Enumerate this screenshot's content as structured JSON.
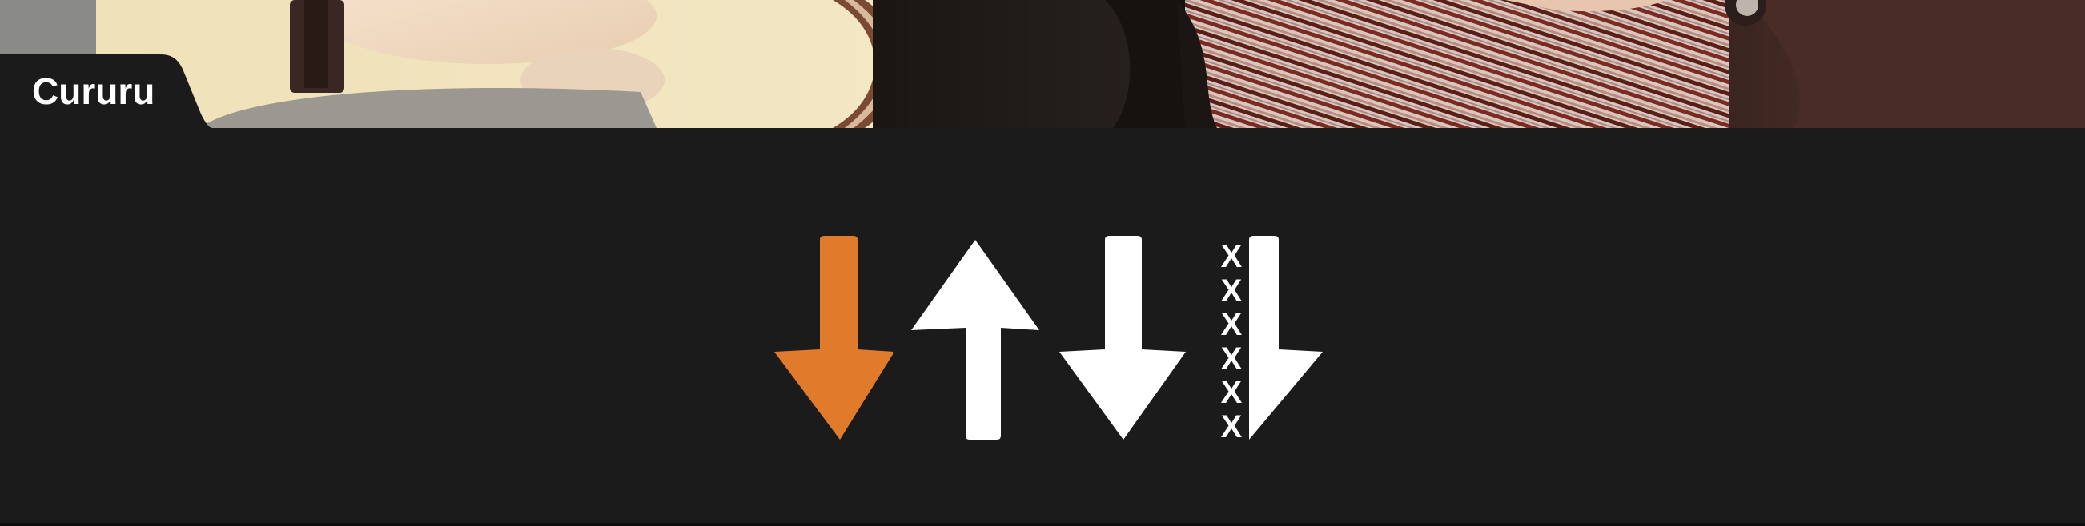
{
  "rhythm": {
    "name": "Cururu"
  },
  "colors": {
    "background": "#1b1b1b",
    "accent": "#e07b2c",
    "arrow": "#ffffff"
  },
  "strum_pattern": [
    {
      "direction": "down",
      "accented": true,
      "muted": false,
      "icon": "down-arrow-icon"
    },
    {
      "direction": "up",
      "accented": false,
      "muted": false,
      "icon": "up-arrow-icon"
    },
    {
      "direction": "down",
      "accented": false,
      "muted": false,
      "icon": "down-arrow-icon"
    },
    {
      "direction": "down",
      "accented": false,
      "muted": true,
      "icon": "muted-down-arrow-icon",
      "mute_marks": [
        "X",
        "X",
        "X",
        "X",
        "X",
        "X"
      ]
    }
  ]
}
